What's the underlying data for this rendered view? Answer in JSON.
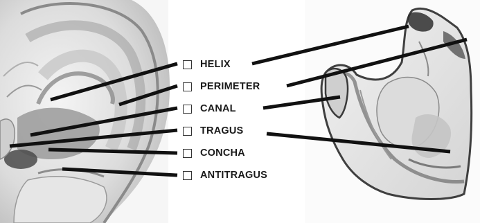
{
  "labels": [
    {
      "id": "helix",
      "text": "HELIX"
    },
    {
      "id": "perimeter",
      "text": "PERIMETER"
    },
    {
      "id": "canal",
      "text": "CANAL"
    },
    {
      "id": "tragus",
      "text": "TRAGUS"
    },
    {
      "id": "concha",
      "text": "CONCHA"
    },
    {
      "id": "antitragus",
      "text": "ANTITRAGUS"
    }
  ],
  "colors": {
    "leader_line": "#111111",
    "skin_light": "#e2e2e2",
    "skin_mid": "#b5b5b5",
    "skin_dark": "#6f6f6f",
    "outline": "#3a3a3a"
  }
}
